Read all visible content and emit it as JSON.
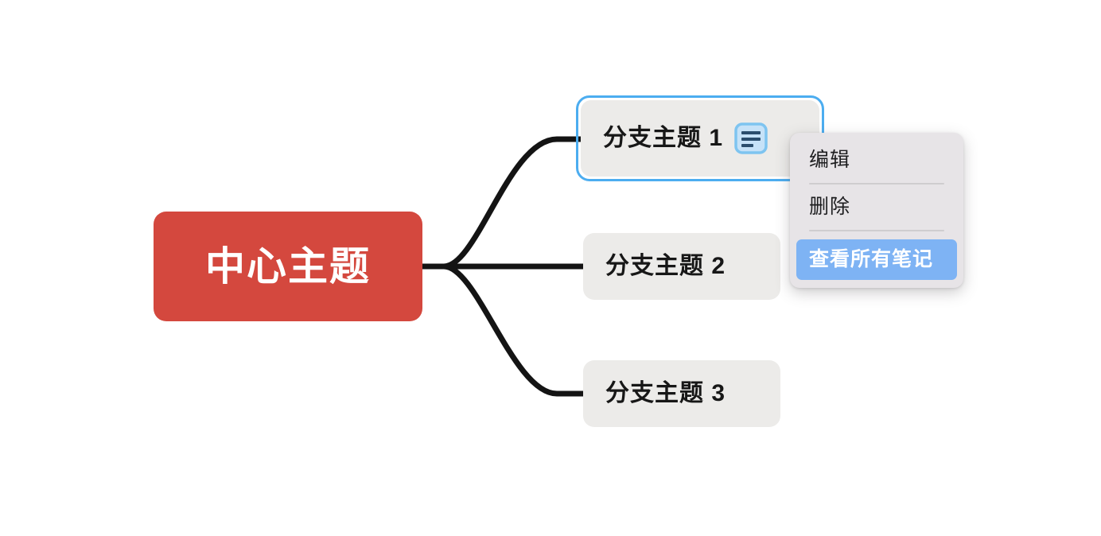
{
  "app": {
    "type": "mind-map-editor",
    "background_color": "#ffffff"
  },
  "mindmap": {
    "central_node": {
      "label": "中心主题",
      "background_color": "#d4483e",
      "text_color": "#ffffff"
    },
    "branches": [
      {
        "label": "分支主题 1",
        "selected": true,
        "selection_color": "#4cadf0",
        "background_color": "#ecebe9",
        "has_note_icon": true,
        "note_icon_name": "note-icon"
      },
      {
        "label": "分支主题 2",
        "selected": false,
        "background_color": "#ecebe9",
        "has_note_icon": false
      },
      {
        "label": "分支主题 3",
        "selected": false,
        "background_color": "#ecebe9",
        "has_note_icon": false
      }
    ],
    "connector_color": "#141414"
  },
  "context_menu": {
    "background_color": "#e7e4e7",
    "items": [
      {
        "label": "编辑",
        "highlighted": false
      },
      {
        "label": "删除",
        "highlighted": false
      },
      {
        "label": "查看所有笔记",
        "highlighted": true,
        "highlight_color": "#7eb3f4"
      }
    ]
  }
}
